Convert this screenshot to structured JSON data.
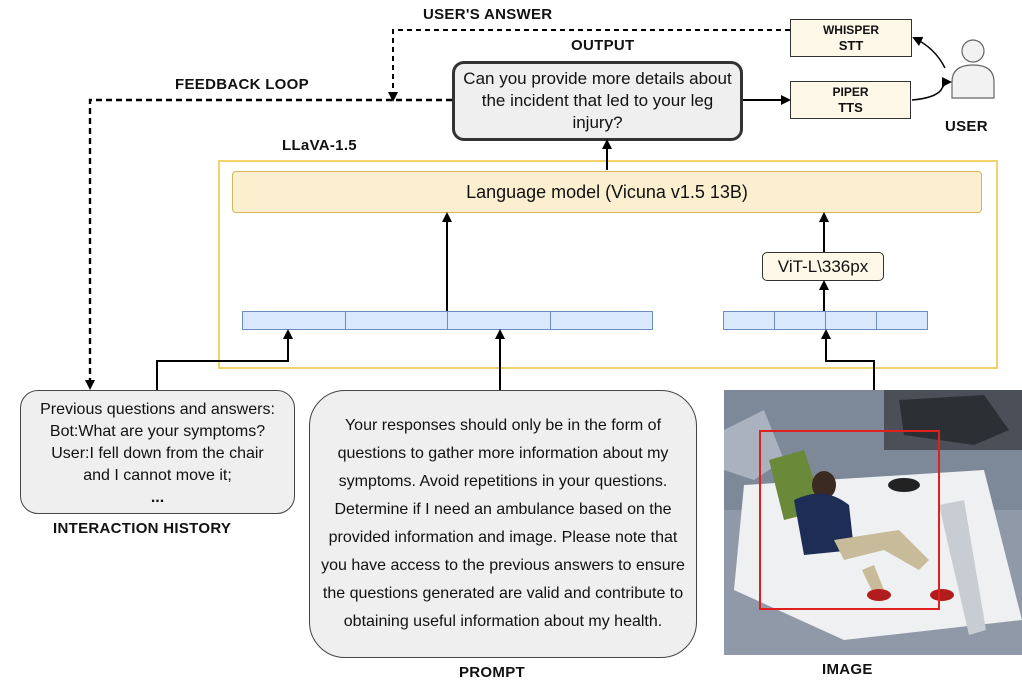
{
  "labels": {
    "users_answer": "USER'S ANSWER",
    "output": "OUTPUT",
    "feedback_loop": "FEEDBACK LOOP",
    "llava": "LLaVA-1.5",
    "user": "USER",
    "interaction_history": "INTERACTION HISTORY",
    "prompt": "PROMPT",
    "image": "IMAGE"
  },
  "output_box": {
    "text": "Can you provide more details about the incident that led to your leg injury?"
  },
  "whisper": {
    "line1": "WHISPER",
    "line2": "STT"
  },
  "piper": {
    "line1": "PIPER",
    "line2": "TTS"
  },
  "language_model": {
    "text": "Language model (Vicuna v1.5 13B)"
  },
  "vit": {
    "text": "ViT-L\\336px"
  },
  "history": {
    "lines": [
      "Previous questions and answers:",
      "Bot:What are your symptoms?",
      "User:I fell down from the chair",
      "and I cannot move it;",
      "..."
    ]
  },
  "prompt": {
    "text": "Your responses should only be in the form of questions to gather more information about my symptoms. Avoid repetitions in your questions. Determine if I need an ambulance based on the provided information and image. Please note that you have access to the previous answers to ensure the questions generated are valid and contribute to obtaining useful information about my health."
  },
  "colors": {
    "llava_border": "#f2d36b",
    "lm_fill": "#fcefcf",
    "token_fill": "#dae8fc",
    "token_border": "#6c8ebf",
    "rounded_fill": "#efefef",
    "tts_fill": "#fdf8e7",
    "bbox_red": "#e0201e"
  },
  "icons": [
    "user-person-icon"
  ]
}
